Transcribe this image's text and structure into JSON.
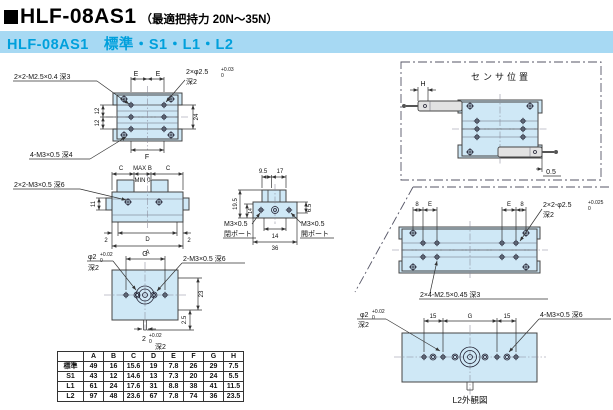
{
  "header": {
    "title": "HLF-08AS1",
    "grip_note": "（最適把持力 20N～35N）",
    "subtitle": "HLF-08AS1　標準・S1・L1・L2"
  },
  "top_view": {
    "thread_label_tl": "2×2-M2.5×0.4 深3",
    "hole_label_tr": "2×φ2.5",
    "hole_tol_upper": "+0.03",
    "hole_tol_lower": "0",
    "hole_depth": "深2",
    "dim_e_left": "E",
    "dim_e_right": "E",
    "dim_12_upper": "12",
    "dim_12_lower": "12",
    "dim_24": "24",
    "dim_f": "F",
    "thread_label_bl": "4-M3×0.5 深4"
  },
  "front_view": {
    "dim_c_left": "C",
    "dim_max_b": "MAX B",
    "dim_c_right": "C",
    "dim_min_0": "MIN 0",
    "thread_label": "2×2-M3×0.5 深6",
    "dim_11": "11",
    "dim_2_left": "2",
    "dim_d": "D",
    "dim_2_right": "2",
    "dim_a": "A"
  },
  "side_view": {
    "dim_9_5": "9.5",
    "dim_17": "17",
    "dim_19_5": "19.5",
    "dim_14_left": "14",
    "dim_6_5": "6.5",
    "close_port_line1": "M3×0.5",
    "close_port_line2": "閉ポート",
    "open_port_line1": "M3×0.5",
    "open_port_line2": "開ポート",
    "dim_14_bottom": "14",
    "dim_36": "36"
  },
  "bottom_view": {
    "pin_label": "φ2",
    "pin_tol_upper": "+0.02",
    "pin_tol_lower": "0",
    "pin_depth": "深2",
    "dim_g": "G",
    "thread_label": "2-M3×0.5 深6",
    "dim_23": "23",
    "dim_2_5": "2.5",
    "slot_label": "2",
    "slot_tol_upper": "+0.02",
    "slot_tol_lower": "0",
    "slot_depth": "深2"
  },
  "sensor_box": {
    "title": "センサ位置",
    "dim_h": "H",
    "dim_0_5": "0.5"
  },
  "l2_top_view": {
    "dim_8_left": "8",
    "dim_e_left": "E",
    "dim_e_right": "E",
    "dim_8_right": "8",
    "hole_label": "2×2-φ2.5",
    "hole_tol_upper": "+0.025",
    "hole_tol_lower": "0",
    "hole_depth": "深2",
    "thread_label": "2×4-M2.5×0.45 深3"
  },
  "l2_front_view": {
    "pin_label": "φ2",
    "pin_tol_upper": "+0.02",
    "pin_tol_lower": "0",
    "pin_depth": "深2",
    "dim_15_left": "15",
    "dim_g": "G",
    "dim_15_right": "15",
    "thread_label": "4-M3×0.5 深6",
    "caption": "L2外観図"
  },
  "dim_table": {
    "headers": [
      "",
      "A",
      "B",
      "C",
      "D",
      "E",
      "F",
      "G",
      "H"
    ],
    "rows": [
      {
        "name": "標準",
        "values": [
          "49",
          "16",
          "15.6",
          "19",
          "7.8",
          "26",
          "29",
          "7.5"
        ]
      },
      {
        "name": "S1",
        "values": [
          "43",
          "12",
          "14.6",
          "13",
          "7.3",
          "20",
          "24",
          "5.5"
        ]
      },
      {
        "name": "L1",
        "values": [
          "61",
          "24",
          "17.6",
          "31",
          "8.8",
          "38",
          "41",
          "11.5"
        ]
      },
      {
        "name": "L2",
        "values": [
          "97",
          "48",
          "23.6",
          "67",
          "7.8",
          "74",
          "36",
          "23.5"
        ]
      }
    ]
  },
  "colors": {
    "body_fill": "#cfe8f6",
    "accent_bar_bg": "#a7d9f3",
    "accent_text": "#00a0dc",
    "line": "#333333"
  }
}
